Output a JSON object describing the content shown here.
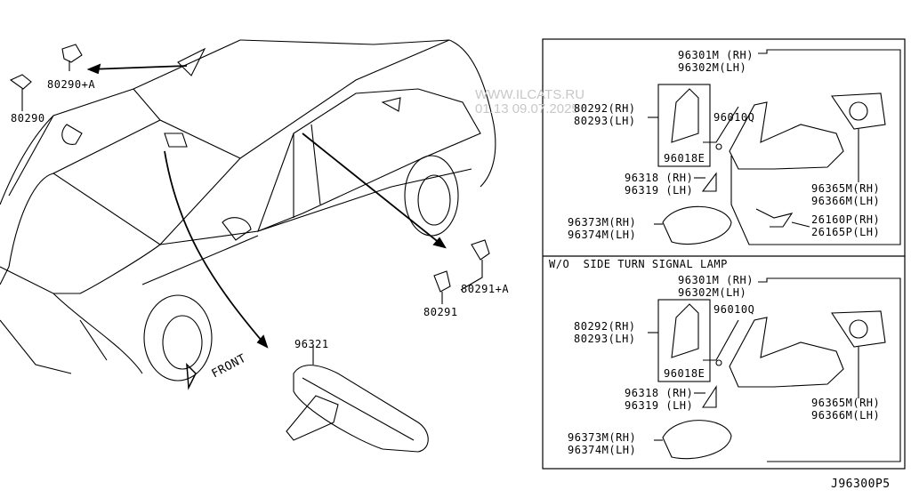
{
  "watermark": {
    "site": "WWW.ILCATS.RU",
    "stamp": "01.13 09.07.2025"
  },
  "diagram_code": "J96300P5",
  "front_label": "FRONT",
  "left_parts": {
    "p80290a": "80290+A",
    "p80290": "80290",
    "p80291a": "80291+A",
    "p80291": "80291",
    "p96321": "96321"
  },
  "top_panel": {
    "mirror_rh": "96301M (RH)",
    "mirror_lh": "96302M(LH)",
    "cover_rh": "80292(RH)",
    "cover_lh": "80293(LH)",
    "clip": "96018E",
    "screw": "96010Q",
    "finisher_rh": "96318 (RH)",
    "finisher_lh": "96319 (LH)",
    "cap_rh": "96373M(RH)",
    "cap_lh": "96374M(LH)",
    "glass_rh": "96365M(RH)",
    "glass_lh": "96366M(LH)",
    "lamp_rh": "26160P(RH)",
    "lamp_lh": "26165P(LH)"
  },
  "bottom_panel": {
    "title": "W/O  SIDE TURN SIGNAL LAMP",
    "mirror_rh": "96301M (RH)",
    "mirror_lh": "96302M(LH)",
    "cover_rh": "80292(RH)",
    "cover_lh": "80293(LH)",
    "clip": "96018E",
    "screw": "96010Q",
    "finisher_rh": "96318 (RH)",
    "finisher_lh": "96319 (LH)",
    "cap_rh": "96373M(RH)",
    "cap_lh": "96374M(LH)",
    "glass_rh": "96365M(RH)",
    "glass_lh": "96366M(LH)"
  }
}
